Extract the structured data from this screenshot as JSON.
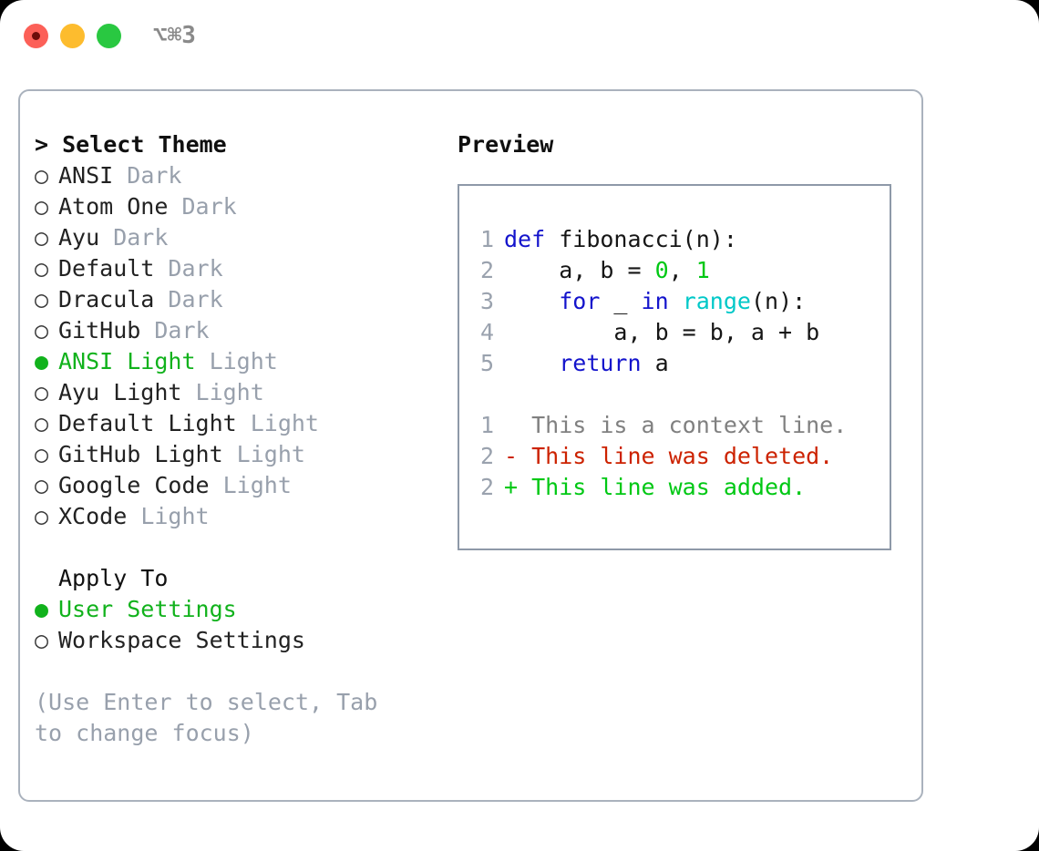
{
  "window": {
    "shortcut": "⌥⌘3",
    "traffic_lights": [
      {
        "name": "close",
        "color": "#fc6058"
      },
      {
        "name": "minimize",
        "color": "#fdbc2e"
      },
      {
        "name": "maximize",
        "color": "#29c841"
      }
    ]
  },
  "theme_picker": {
    "heading": "> Select Theme",
    "bullets": {
      "selected": "●",
      "unselected": "○"
    },
    "items": [
      {
        "label": "ANSI",
        "kind": "Dark",
        "selected": false
      },
      {
        "label": "Atom One",
        "kind": "Dark",
        "selected": false
      },
      {
        "label": "Ayu",
        "kind": "Dark",
        "selected": false
      },
      {
        "label": "Default",
        "kind": "Dark",
        "selected": false
      },
      {
        "label": "Dracula",
        "kind": "Dark",
        "selected": false
      },
      {
        "label": "GitHub",
        "kind": "Dark",
        "selected": false
      },
      {
        "label": "ANSI Light",
        "kind": "Light",
        "selected": true
      },
      {
        "label": "Ayu Light",
        "kind": "Light",
        "selected": false
      },
      {
        "label": "Default Light",
        "kind": "Light",
        "selected": false
      },
      {
        "label": "GitHub Light",
        "kind": "Light",
        "selected": false
      },
      {
        "label": "Google Code",
        "kind": "Light",
        "selected": false
      },
      {
        "label": "XCode",
        "kind": "Light",
        "selected": false
      }
    ]
  },
  "apply_to": {
    "title": "Apply To",
    "options": [
      {
        "label": "User Settings",
        "selected": true
      },
      {
        "label": "Workspace Settings",
        "selected": false
      }
    ]
  },
  "hint": "(Use Enter to select, Tab to change focus)",
  "preview": {
    "heading": "Preview",
    "code_lines": [
      {
        "num": "1",
        "tokens": [
          {
            "t": "def",
            "c": "kw"
          },
          {
            "t": " ",
            "c": "id"
          },
          {
            "t": "fibonacci(n):",
            "c": "id"
          }
        ]
      },
      {
        "num": "2",
        "tokens": [
          {
            "t": "    a, b = ",
            "c": "id"
          },
          {
            "t": "0",
            "c": "num"
          },
          {
            "t": ", ",
            "c": "id"
          },
          {
            "t": "1",
            "c": "num"
          }
        ]
      },
      {
        "num": "3",
        "tokens": [
          {
            "t": "    ",
            "c": "id"
          },
          {
            "t": "for",
            "c": "kw"
          },
          {
            "t": " _ ",
            "c": "id"
          },
          {
            "t": "in",
            "c": "kw"
          },
          {
            "t": " ",
            "c": "id"
          },
          {
            "t": "range",
            "c": "fn"
          },
          {
            "t": "(n):",
            "c": "id"
          }
        ]
      },
      {
        "num": "4",
        "tokens": [
          {
            "t": "        a, b = b, a + b",
            "c": "id"
          }
        ]
      },
      {
        "num": "5",
        "tokens": [
          {
            "t": "    ",
            "c": "id"
          },
          {
            "t": "return",
            "c": "kw"
          },
          {
            "t": " a",
            "c": "id"
          }
        ]
      }
    ],
    "diff_lines": [
      {
        "num": "1",
        "marker": " ",
        "text": "This is a context line.",
        "kind": "ctx"
      },
      {
        "num": "2",
        "marker": "-",
        "text": "This line was deleted.",
        "kind": "del"
      },
      {
        "num": "2",
        "marker": "+",
        "text": "This line was added.",
        "kind": "add"
      }
    ]
  },
  "colors": {
    "keyword": "#1414cc",
    "number": "#00c814",
    "function": "#00c8c8",
    "identifier": "#161616",
    "context": "#808080",
    "deleted": "#cc2200",
    "added": "#00c814",
    "muted": "#98a0ac",
    "accent_green": "#11b21c",
    "panel_border": "#aab2bd",
    "preview_border": "#8e99a8"
  }
}
